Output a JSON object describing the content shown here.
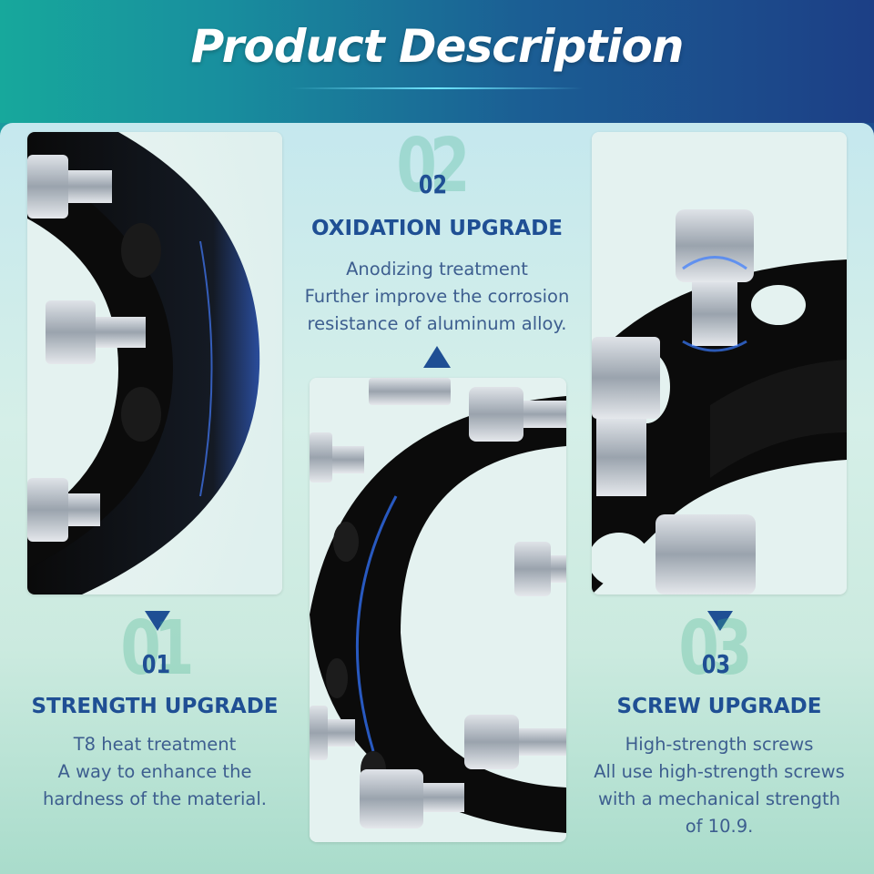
{
  "header": {
    "title": "Product Description"
  },
  "features": [
    {
      "number": "01",
      "heading": "STRENGTH UPGRADE",
      "lines": [
        "T8 heat treatment",
        "A way to enhance the",
        "hardness of the material."
      ]
    },
    {
      "number": "02",
      "heading": "OXIDATION UPGRADE",
      "lines": [
        "Anodizing treatment",
        "Further improve the corrosion",
        "resistance of aluminum alloy."
      ]
    },
    {
      "number": "03",
      "heading": "SCREW UPGRADE",
      "lines": [
        "High-strength screws",
        "All use high-strength screws",
        "with a mechanical strength",
        "of 10.9."
      ]
    }
  ],
  "images": [
    {
      "name": "wheel-spacer-closeup-left"
    },
    {
      "name": "wheel-spacer-center"
    },
    {
      "name": "wheel-spacer-bolt-closeup"
    }
  ],
  "colors": {
    "accent": "#1f4f94",
    "header_start": "#17a89c",
    "header_end": "#1c3f86",
    "watermark": "#3cb18a"
  }
}
